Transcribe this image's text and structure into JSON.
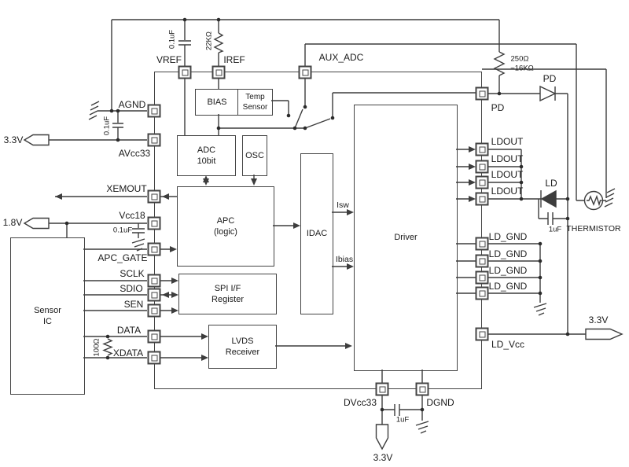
{
  "pins": {
    "vref": "VREF",
    "iref": "IREF",
    "aux_adc": "AUX_ADC",
    "agnd": "AGND",
    "avcc33": "AVcc33",
    "xemout": "XEMOUT",
    "vcc18": "Vcc18",
    "apc_gate": "APC_GATE",
    "sclk": "SCLK",
    "sdio": "SDIO",
    "sen": "SEN",
    "data": "DATA",
    "xdata": "XDATA",
    "pd": "PD",
    "ldout": "LDOUT",
    "ld_gnd": "LD_GND",
    "ld_vcc": "LD_Vcc",
    "dvcc33": "DVcc33",
    "dgnd": "DGND"
  },
  "blocks": {
    "bias": "BIAS",
    "temp1": "Temp",
    "temp2": "Sensor",
    "adc1": "ADC",
    "adc2": "10bit",
    "osc": "OSC",
    "apc1": "APC",
    "apc2": "(logic)",
    "idac": "IDAC",
    "driver": "Driver",
    "spi1": "SPI I/F",
    "spi2": "Register",
    "lvds1": "LVDS",
    "lvds2": "Receiver",
    "sensor1": "Sensor",
    "sensor2": "IC"
  },
  "components": {
    "cap_vref": "0.1uF",
    "res_iref": "22KΩ",
    "res_pd1": "250Ω",
    "res_pd2": "~16KΩ",
    "cap_agnd": "0.1uF",
    "cap_vcc18": "0.1uF",
    "res_lvds": "100Ω",
    "ld_label": "LD",
    "pd_label": "PD",
    "cap_ld": "1uF",
    "cap_dvcc": "1uF",
    "thermistor": "THERMISTOR"
  },
  "signals": {
    "isw": "Isw",
    "ibias": "Ibias"
  },
  "voltages": {
    "avcc": "3.3V",
    "vcc18": "1.8V",
    "ldvcc": "3.3V",
    "dvcc": "3.3V"
  }
}
